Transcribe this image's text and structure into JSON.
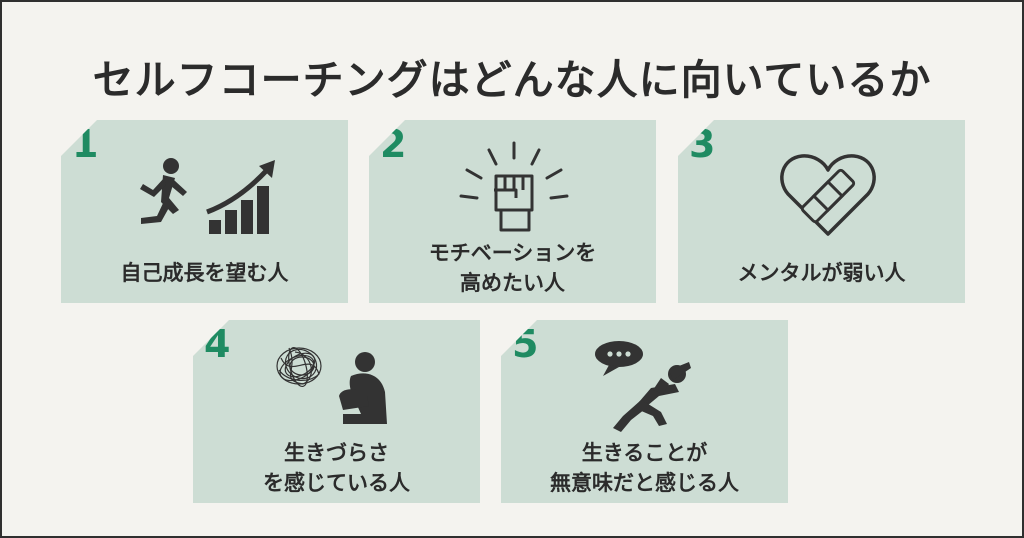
{
  "title": "セルフコーチングはどんな人に向いているか",
  "colors": {
    "background": "#f4f3ef",
    "card": "#cdddd4",
    "number": "#1f8b62",
    "text": "#2b2b2b",
    "icon": "#333333"
  },
  "cards": [
    {
      "number": "1",
      "icon": "running-person-growth-chart-icon",
      "lines": [
        "自己成長を望む人"
      ]
    },
    {
      "number": "2",
      "icon": "raised-fist-icon",
      "lines": [
        "モチベーションを",
        "高めたい人"
      ]
    },
    {
      "number": "3",
      "icon": "bandaged-heart-icon",
      "lines": [
        "メンタルが弱い人"
      ]
    },
    {
      "number": "4",
      "icon": "tangled-thoughts-sitting-person-icon",
      "lines": [
        "生きづらさ",
        "を感じている人"
      ]
    },
    {
      "number": "5",
      "icon": "reclining-person-speech-bubble-icon",
      "lines": [
        "生きることが",
        "無意味だと感じる人"
      ]
    }
  ]
}
